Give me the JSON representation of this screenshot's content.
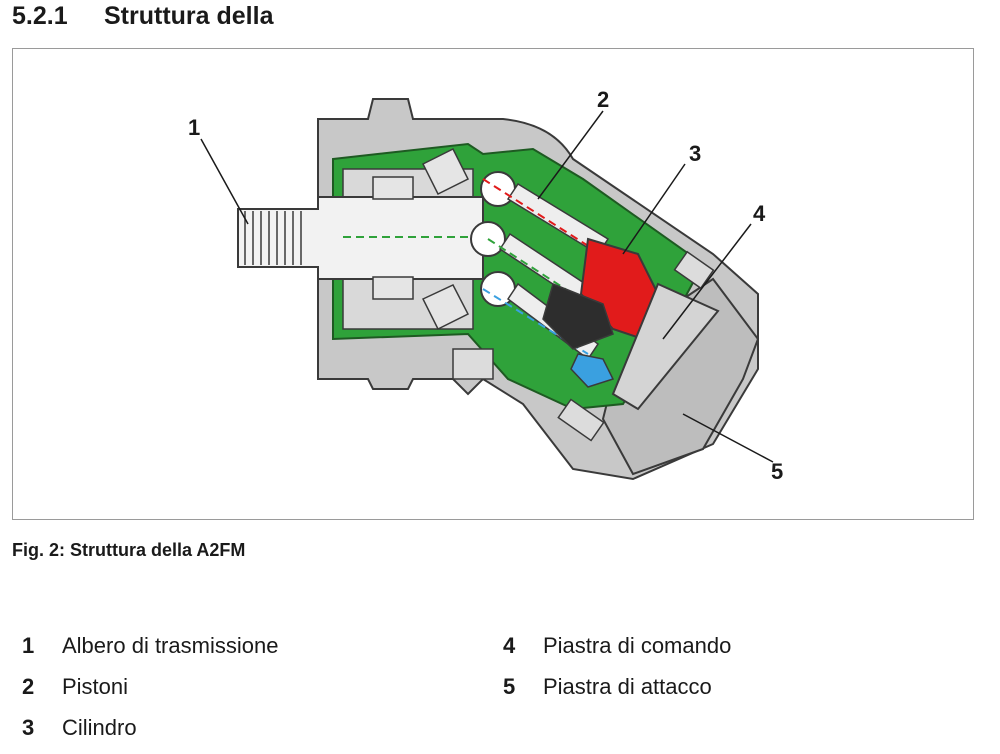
{
  "section": {
    "number": "5.2.1",
    "title": "Struttura della"
  },
  "figure": {
    "caption": "Fig. 2: Struttura della A2FM",
    "callouts": [
      "1",
      "2",
      "3",
      "4",
      "5"
    ]
  },
  "legend": [
    {
      "num": "1",
      "label": "Albero di trasmissione"
    },
    {
      "num": "2",
      "label": "Pistoni"
    },
    {
      "num": "3",
      "label": "Cilindro"
    },
    {
      "num": "4",
      "label": "Piastra di comando"
    },
    {
      "num": "5",
      "label": "Piastra di attacco"
    }
  ],
  "colors": {
    "housing": "#c8c8c8",
    "housing_dark": "#4a4a4a",
    "seal_green": "#2fa23a",
    "cylinder_red": "#e11b1b",
    "piston_blue": "#3aa0e0",
    "shaft": "#f2f2f2"
  }
}
